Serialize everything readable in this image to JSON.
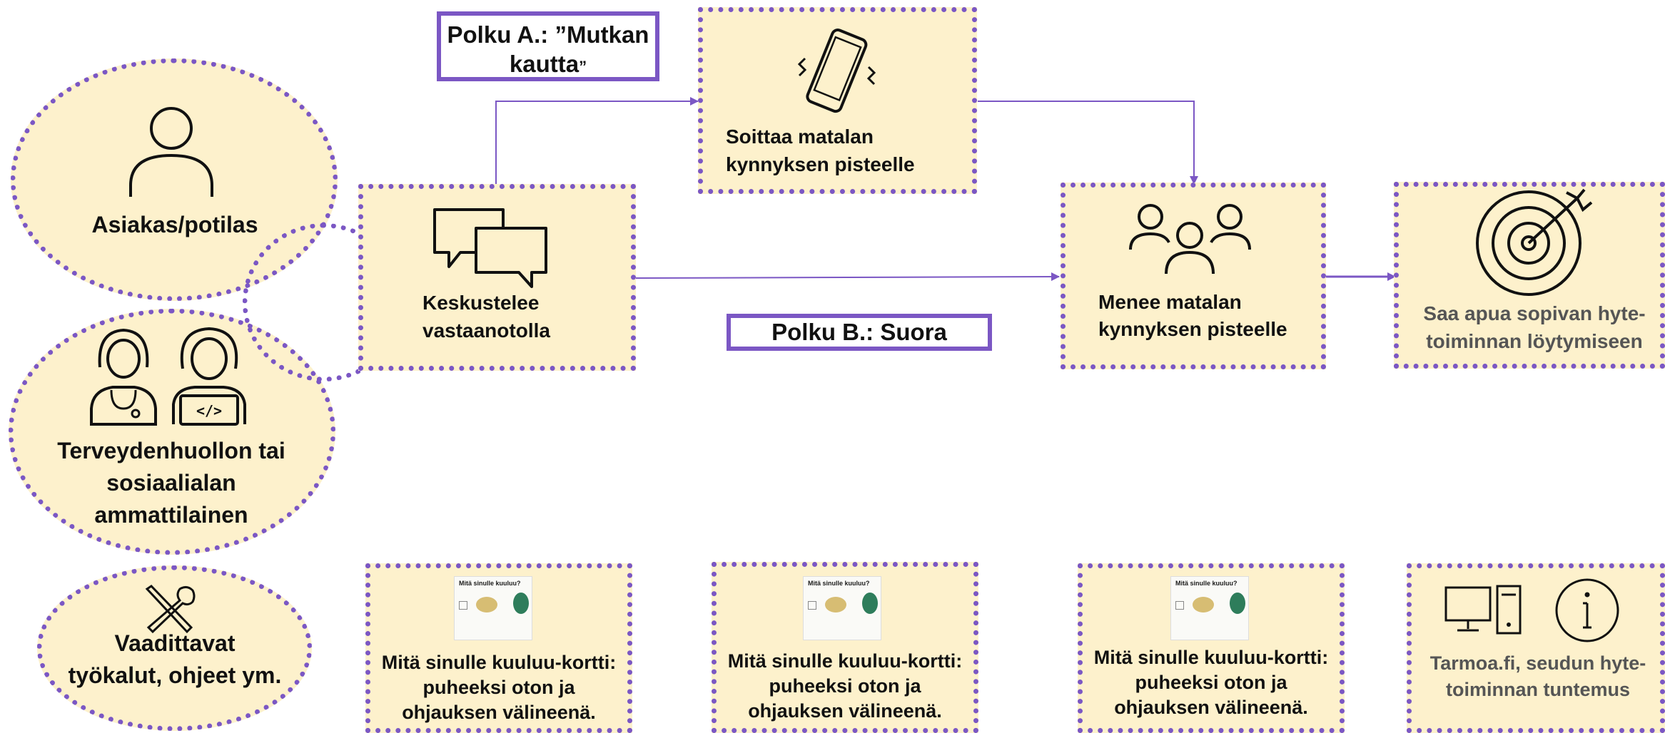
{
  "actors": {
    "client": "Asiakas/potilas",
    "professional": "Terveydenhuollon tai sosiaalialan ammattilainen",
    "tools": "Vaadittavat työkalut, ohjeet ym."
  },
  "paths": {
    "path_a_main": "Polku A.: ”Mutkan kautta",
    "path_a_quote": "”",
    "path_b": "Polku B.: Suora"
  },
  "steps": {
    "discuss": "Keskustelee vastaanotolla",
    "phone": "Soittaa matalan kynnyksen pisteelle",
    "visit": "Menee matalan kynnyksen pisteelle",
    "result": "Saa apua sopivan hyte-toiminnan löytymiseen"
  },
  "tools_row": {
    "card_1": "Mitä sinulle kuuluu-kortti: puheeksi oton ja ohjauksen välineenä.",
    "card_2": "Mitä sinulle kuuluu-kortti: puheeksi oton ja ohjauksen välineenä.",
    "card_3": "Mitä sinulle kuuluu-kortti: puheeksi oton ja ohjauksen välineenä.",
    "info": "Tarmoa.fi, seudun hyte-toiminnan tuntemus",
    "thumb_title": "Mitä sinulle kuuluu?"
  },
  "icons": {
    "client": "person-icon",
    "professional": "health-and-it-professionals-icon",
    "tools": "tools-icon",
    "discuss": "speech-bubbles-icon",
    "phone": "phone-ringing-icon",
    "visit": "group-icon",
    "result": "target-icon",
    "info": "computer-icon, info-icon"
  },
  "colors": {
    "border": "#7b57c4",
    "fill": "#fdf1cc",
    "arrow": "#7b57c4"
  }
}
